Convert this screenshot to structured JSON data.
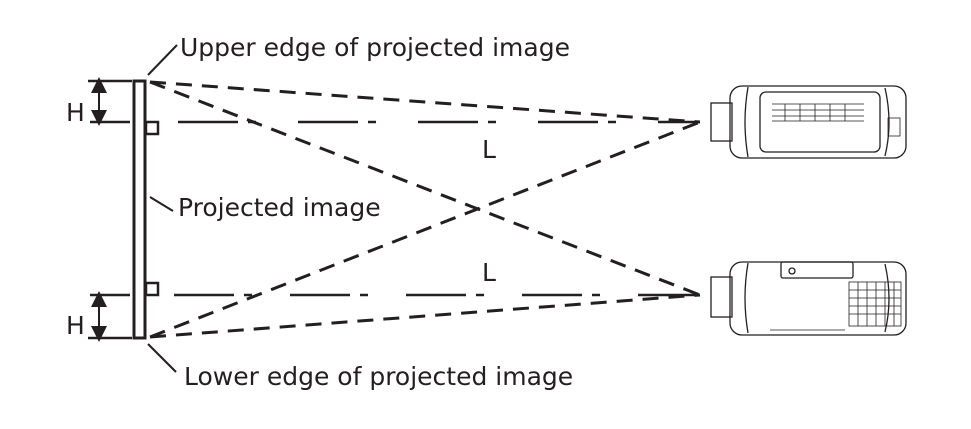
{
  "labels": {
    "upper_edge": "Upper edge of projected image",
    "projected_image": "Projected image",
    "lower_edge": "Lower edge of projected image",
    "height_top": "H",
    "height_bottom": "H",
    "distance_top": "L",
    "distance_bottom": "L"
  },
  "colors": {
    "ink": "#231f20",
    "background": "#ffffff"
  }
}
